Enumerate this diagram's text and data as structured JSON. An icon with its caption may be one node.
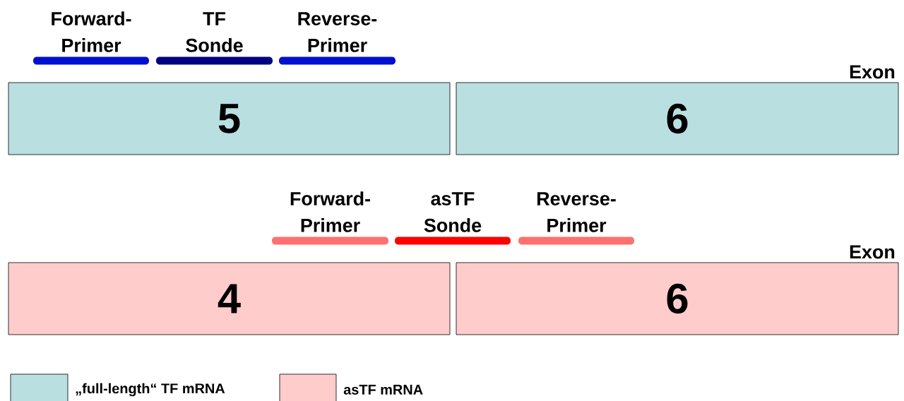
{
  "diagram": {
    "nodes": [
      {
        "text": [
          "5"
        ]
      },
      {
        "text": [
          "6"
        ]
      },
      {
        "text": [
          "Forward- Primer"
        ]
      },
      {
        "text": [
          "TF Sonde"
        ]
      },
      {
        "text": [
          "Reverse- Primer"
        ]
      },
      {
        "text": [
          "4"
        ]
      },
      {
        "text": [
          "6"
        ]
      },
      {
        "text": [
          "Forward- Primer"
        ]
      },
      {
        "text": [
          "asTF Sonde"
        ]
      },
      {
        "text": [
          "Reverse- Primer"
        ]
      }
    ],
    "labels": [
      "Exon",
      "Exon"
    ],
    "legend": [
      {
        "text": "„full-length“ TF mRNA",
        "color": "#b9dfe1"
      },
      {
        "text": "asTF mRNA",
        "color": "#ffcccc"
      }
    ]
  }
}
